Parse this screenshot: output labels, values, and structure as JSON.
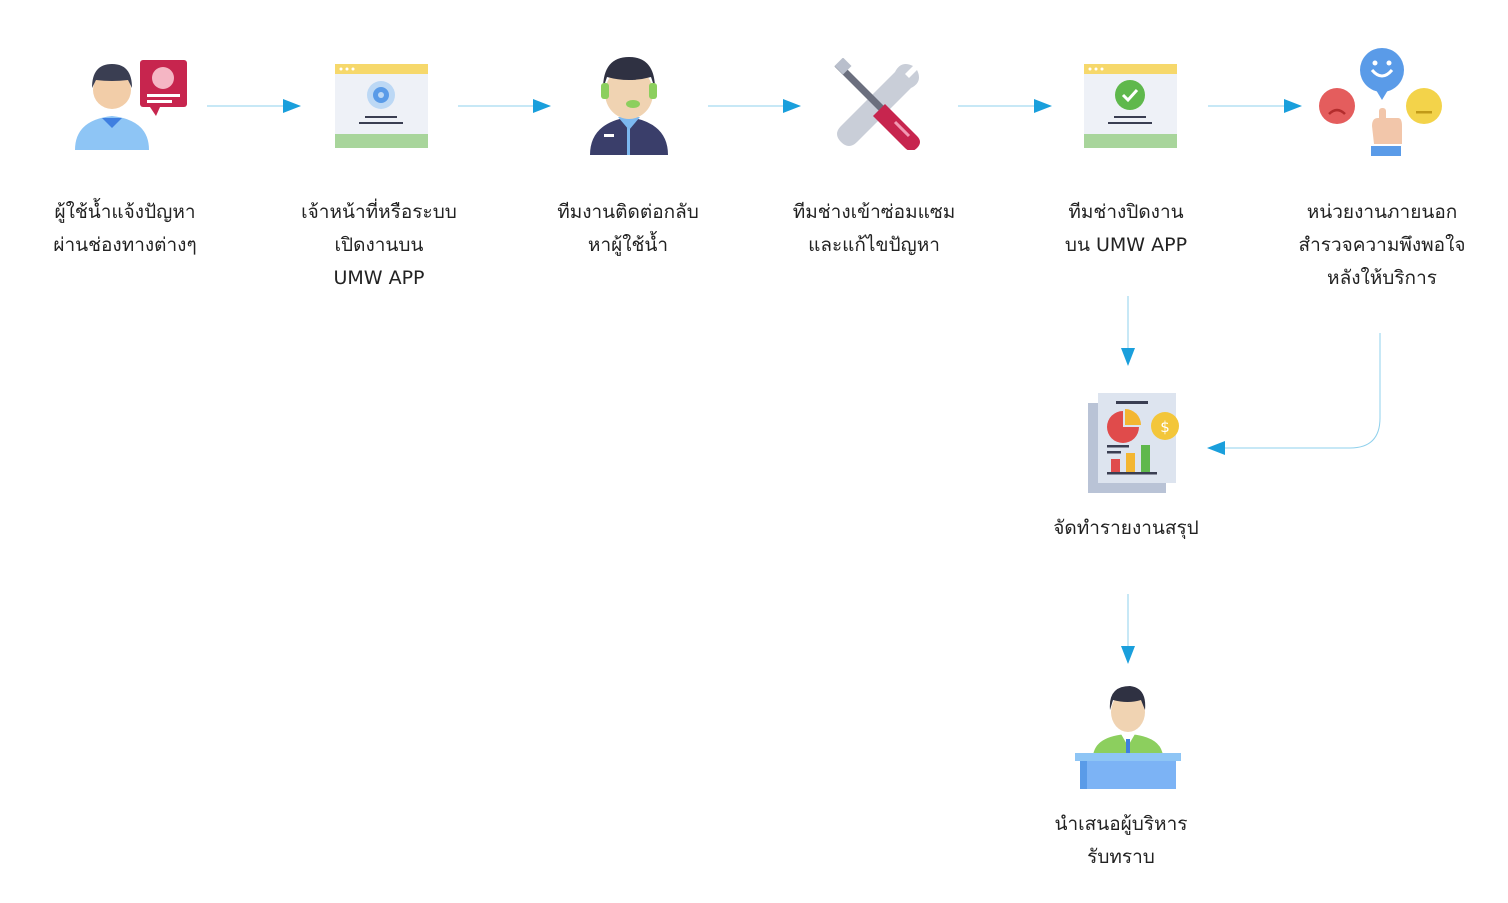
{
  "colors": {
    "arrow": "#1a9fdc",
    "line": "#8fd0ec"
  },
  "steps": [
    {
      "icon": "user-complaint-icon",
      "lines": [
        "ผู้ใช้น้ำแจ้งปัญหา",
        "ผ่านช่องทางต่างๆ"
      ]
    },
    {
      "icon": "app-settings-window-icon",
      "lines": [
        "เจ้าหน้าที่หรือระบบ",
        "เปิดงานบน",
        "UMW APP"
      ]
    },
    {
      "icon": "call-center-agent-icon",
      "lines": [
        "ทีมงานติดต่อกลับ",
        "หาผู้ใช้น้ำ"
      ]
    },
    {
      "icon": "tools-icon",
      "lines": [
        "ทีมช่างเข้าซ่อมแซม",
        "และแก้ไขปัญหา"
      ]
    },
    {
      "icon": "app-check-window-icon",
      "lines": [
        "ทีมช่างปิดงาน",
        "บน UMW APP"
      ]
    },
    {
      "icon": "satisfaction-survey-icon",
      "lines": [
        "หน่วยงานภายนอก",
        "สำรวจความพึงพอใจ",
        "หลังให้บริการ"
      ]
    }
  ],
  "report": {
    "lines": [
      "จัดทำรายงานสรุป"
    ]
  },
  "present": {
    "lines": [
      "นำเสนอผู้บริหาร",
      "รับทราบ"
    ]
  }
}
